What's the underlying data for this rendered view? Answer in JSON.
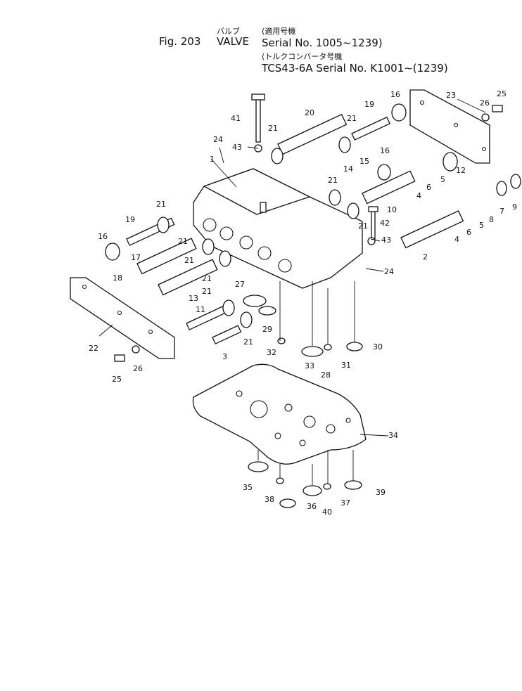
{
  "header": {
    "fig": "Fig. 203",
    "title_jp": "バルブ",
    "title_en": "VALVE",
    "applic1_jp": "(適用号機",
    "applic1_serial": "Serial No. 1005~1239)",
    "applic2_jp": "(トルクコンバータ号機",
    "applic2_serial": "TCS43-6A Serial No. K1001~(1239)"
  },
  "callouts": [
    "1",
    "2",
    "3",
    "4",
    "4",
    "5",
    "5",
    "6",
    "6",
    "7",
    "8",
    "9",
    "10",
    "11",
    "12",
    "13",
    "14",
    "15",
    "16",
    "16",
    "16",
    "17",
    "18",
    "19",
    "19",
    "20",
    "21",
    "21",
    "21",
    "21",
    "21",
    "21",
    "21",
    "21",
    "21",
    "21",
    "22",
    "23",
    "24",
    "24",
    "25",
    "25",
    "26",
    "26",
    "27",
    "28",
    "29",
    "30",
    "31",
    "32",
    "33",
    "34",
    "35",
    "36",
    "37",
    "38",
    "39",
    "40",
    "41",
    "42",
    "43",
    "43"
  ]
}
